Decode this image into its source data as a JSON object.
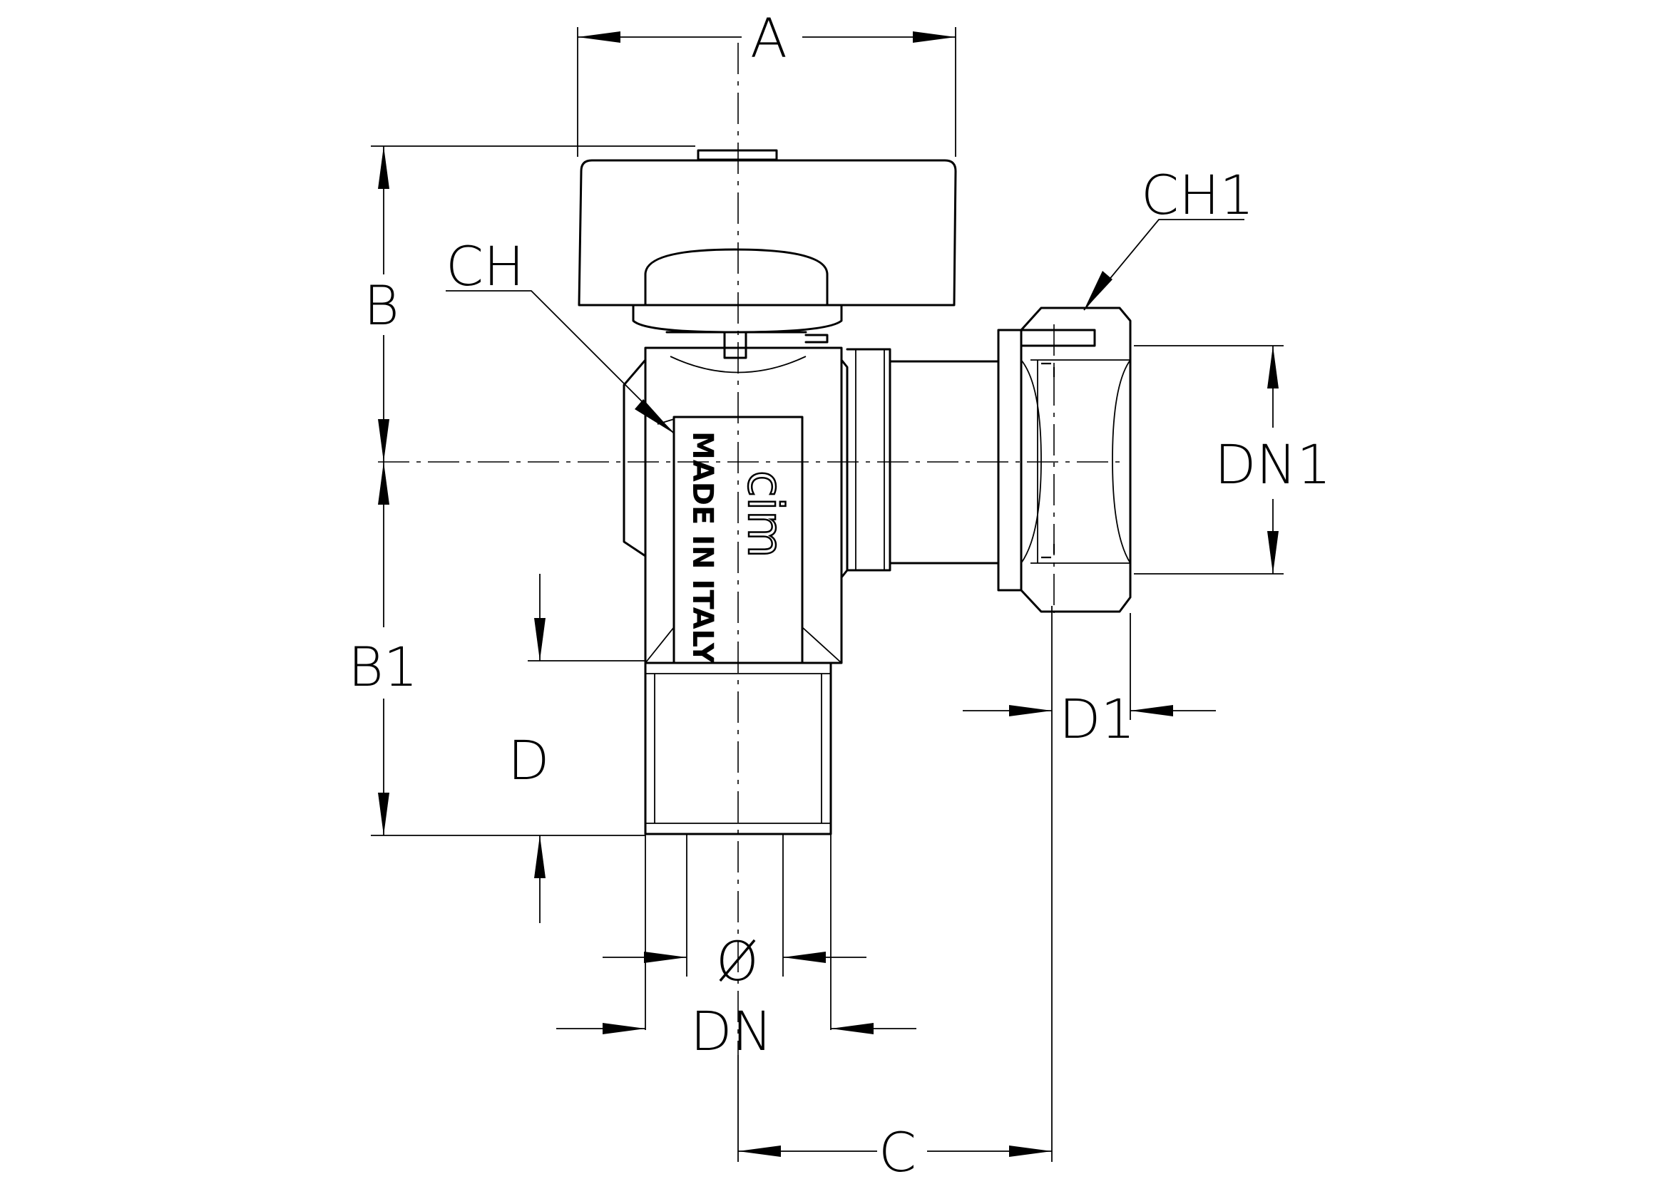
{
  "dimensions": {
    "a": "A",
    "b": "B",
    "b1": "B1",
    "c": "C",
    "ch": "CH",
    "ch1": "CH1",
    "d": "D",
    "d1": "D1",
    "dn": "DN",
    "dn1": "DN1",
    "diameter": "Ø"
  },
  "body_marking": {
    "origin": "MADE IN ITALY",
    "brand": "cim"
  }
}
